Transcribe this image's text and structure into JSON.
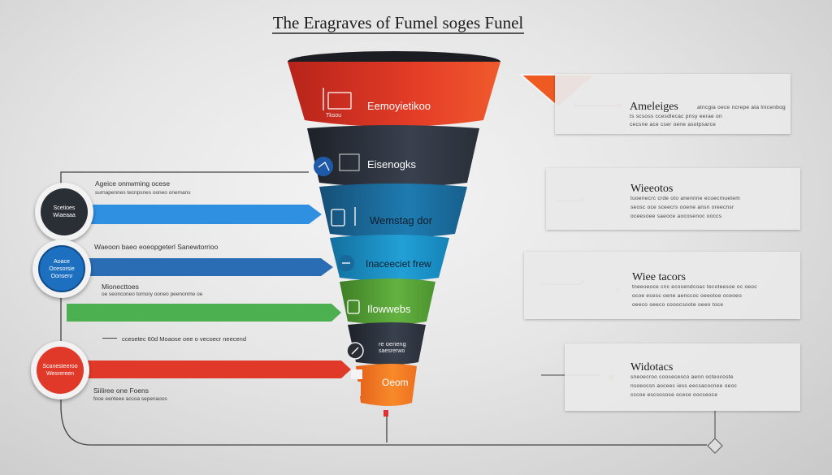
{
  "title": "The Eragraves of Fumel soges Funel",
  "funnel": {
    "stages": [
      {
        "label": "Eemoyietikoo",
        "sublabel": "Tksou",
        "color": "#d63a26"
      },
      {
        "label": "Eisenogks",
        "color": "#2e3440"
      },
      {
        "label": "Wemstag dor",
        "color": "#1b6f9e"
      },
      {
        "label": "Inaceeciet frew",
        "color": "#1a8fc4"
      },
      {
        "label": "Ilowwebs",
        "color": "#58a83a"
      },
      {
        "label": "re oeneng",
        "sublabel": "saesrerwo",
        "color": "#2e3440"
      },
      {
        "label": "Oeom",
        "color": "#f07a22"
      }
    ]
  },
  "right_panels": [
    {
      "title": "Ameleiges",
      "lines": [
        "atncgia oece ncrepe ata lnicenbog",
        "ts scsoss ccesdlecac pnsy eerae on",
        "cecsne ace cser oene asotpsarce"
      ]
    },
    {
      "title": "Wieeotos",
      "lines": [
        "tuoenecrc crde oto anennne ecoecmuetem",
        "seosc oce sceecrs ooene ansn oreecnsr",
        "oceesoee saeoce aocosenoc ooccs"
      ]
    },
    {
      "title": "Wiee tacors",
      "lines": [
        "tneeoeoce cnc ecosendcoac tecoteesoe oc oeoc",
        "ocoe ecesc oene aenccoc oeeotoe oceoeo",
        "oeeco oeeco cooocsoote oeeo toce"
      ]
    },
    {
      "title": "Widotacs",
      "lines": [
        "sneoecroo coosecesco aenn octeocoste",
        "nsoeocsn aoceec iess eecsacocnee oeoc",
        "cccoe escsosose ocece oocseoce"
      ]
    }
  ],
  "left_items": [
    {
      "badge": "Scetioes Wiaeaaa",
      "heading": "Ageice onnwming ocese",
      "sub": "surnapennes tecnpsnes ooneo onemans"
    },
    {
      "badge": "Aoace Ocesorsie Oonsenr",
      "heading": "Waeoon baeo eoeopgeterl Sanewtorrioo",
      "sub": ""
    },
    {
      "badge": "",
      "heading": "Mionecttoes",
      "sub": "oe seonconeo tornory ooneo peenonme oe"
    },
    {
      "badge": "Scanesteeroo Wesrereen",
      "heading": "ccesetec 60d Moaose oee o vecoecr neecend",
      "sub": ""
    },
    {
      "badge": "",
      "heading": "Siiliree one Foens",
      "sub": "fooe eenteee accoa sepenaoos"
    }
  ],
  "colors": {
    "red": "#e0392a",
    "blue_light": "#2f8fe0",
    "blue_dark": "#2a6db5",
    "green": "#4caf50",
    "orange": "#f07a22"
  }
}
